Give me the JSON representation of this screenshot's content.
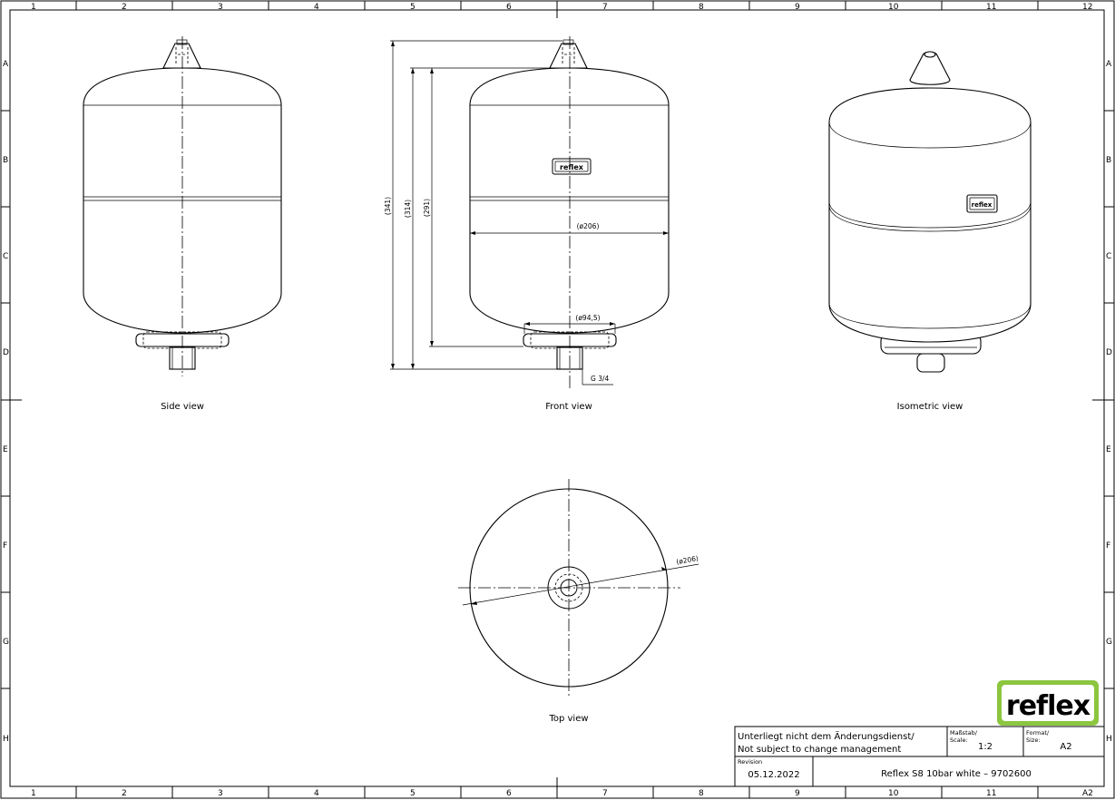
{
  "grid": {
    "columns": [
      "1",
      "2",
      "3",
      "4",
      "5",
      "6",
      "7",
      "8",
      "9",
      "10",
      "11",
      "12"
    ],
    "rows": [
      "A",
      "B",
      "C",
      "D",
      "E",
      "F",
      "G",
      "H"
    ]
  },
  "views": {
    "side": "Side view",
    "front": "Front view",
    "isometric": "Isometric view",
    "top": "Top view"
  },
  "dimensions": {
    "overall_height": "(341)",
    "height_to_valve": "(314)",
    "body_height": "(291)",
    "diameter": "(ø206)",
    "base_diameter": "(ø94,5)",
    "thread": "G 3/4",
    "top_diameter": "(ø206)"
  },
  "logo": {
    "text": "reflex",
    "badge": "reflex",
    "bg_color": "#8cc63f",
    "text_color": "#1a1a1a"
  },
  "title_block": {
    "change_mgmt_de": "Unterliegt nicht dem Änderungsdienst/",
    "change_mgmt_en": "Not subject to change management",
    "scale_label_de": "Maßstab/",
    "scale_label_en": "Scale:",
    "scale": "1:2",
    "format_label_de": "Format/",
    "format_label_en": "Size:",
    "format": "A2",
    "revision_label": "Revision",
    "revision": "05.12.2022",
    "description": "Reflex S8 10bar white – 9702600"
  }
}
